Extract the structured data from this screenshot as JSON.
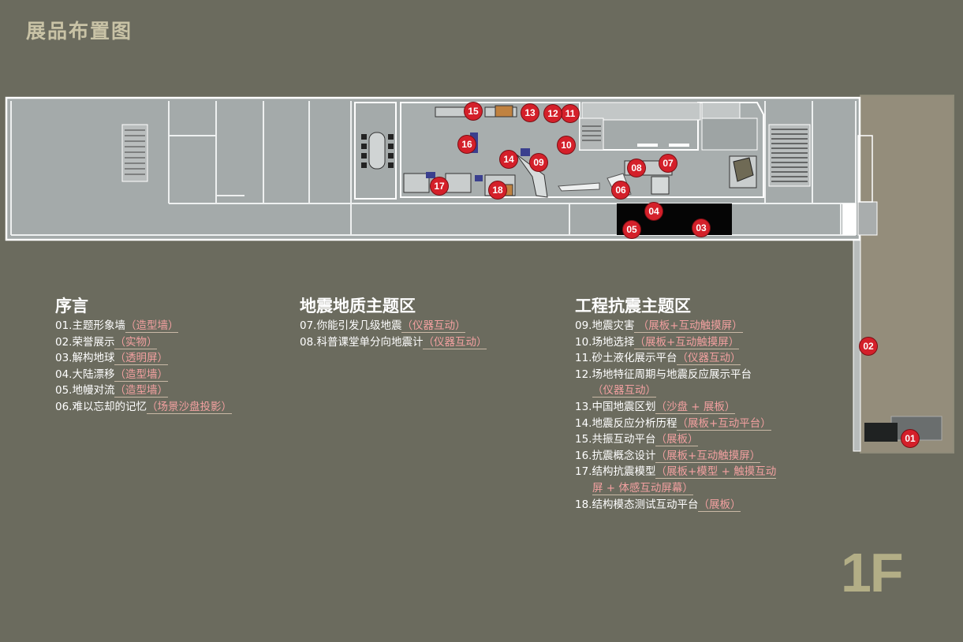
{
  "page": {
    "title": "展品布置图",
    "floor_label": "1F"
  },
  "markers": [
    {
      "id": "01"
    },
    {
      "id": "02"
    },
    {
      "id": "03"
    },
    {
      "id": "04"
    },
    {
      "id": "05"
    },
    {
      "id": "06"
    },
    {
      "id": "07"
    },
    {
      "id": "08"
    },
    {
      "id": "09"
    },
    {
      "id": "10"
    },
    {
      "id": "11"
    },
    {
      "id": "12"
    },
    {
      "id": "13"
    },
    {
      "id": "14"
    },
    {
      "id": "15"
    },
    {
      "id": "16"
    },
    {
      "id": "17"
    },
    {
      "id": "18"
    }
  ],
  "legend": [
    {
      "heading": "序言",
      "rows": [
        {
          "name": "01.主题形象墙",
          "tag": "（造型墙）"
        },
        {
          "name": "02.荣誉展示",
          "tag": "（实物）"
        },
        {
          "name": "03.解构地球",
          "tag": "（透明屏）"
        },
        {
          "name": "04.大陆漂移",
          "tag": "（造型墙）"
        },
        {
          "name": "05.地幔对流",
          "tag": "（造型墙）"
        },
        {
          "name": "06.难以忘却的记忆",
          "tag": "（场景沙盘投影）"
        }
      ]
    },
    {
      "heading": "地震地质主题区",
      "rows": [
        {
          "name": "07.你能引发几级地震",
          "tag": "（仪器互动）"
        },
        {
          "name": "08.科普课堂单分向地震计",
          "tag": "（仪器互动）"
        }
      ]
    },
    {
      "heading": "工程抗震主题区",
      "rows": [
        {
          "name": "09.地震灾害",
          "tag": " （展板+互动触摸屏）"
        },
        {
          "name": "10.场地选择",
          "tag": "（展板+互动触摸屏）"
        },
        {
          "name": "11.砂土液化展示平台",
          "tag": "（仪器互动）"
        },
        {
          "name": "12.场地特征周期与地震反应展示平台",
          "tag": ""
        },
        {
          "name": "",
          "tag": "（仪器互动）",
          "cont": true
        },
        {
          "name": "13.中国地震区划",
          "tag": "（沙盘 + 展板）"
        },
        {
          "name": "14.地震反应分析历程",
          "tag": "（展板+互动平台）"
        },
        {
          "name": "15.共振互动平台",
          "tag": "（展板）"
        },
        {
          "name": "16.抗震概念设计",
          "tag": "（展板+互动触摸屏）"
        },
        {
          "name": "17.结构抗震模型",
          "tag": "（展板+模型 + 触摸互动"
        },
        {
          "name": "",
          "tag": "屏 + 体感互动屏幕）",
          "cont": true
        },
        {
          "name": "18.结构模态测试互动平台",
          "tag": "（展板）"
        }
      ]
    }
  ]
}
